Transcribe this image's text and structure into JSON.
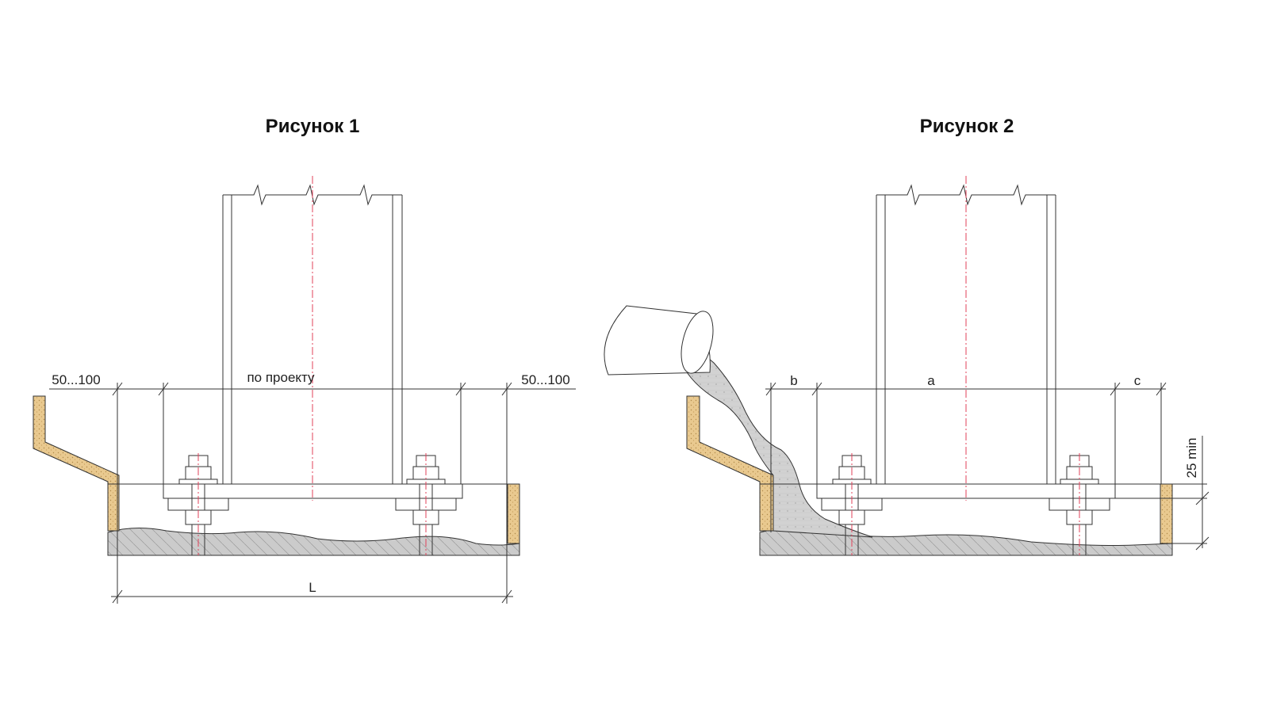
{
  "figure1": {
    "title": "Рисунок 1",
    "dim_left": "50...100",
    "dim_center": "по проекту",
    "dim_right": "50...100",
    "dim_total": "L"
  },
  "figure2": {
    "title": "Рисунок 2",
    "dim_b": "b",
    "dim_a": "a",
    "dim_c": "c",
    "dim_height": "25 min"
  },
  "colors": {
    "line": "#333333",
    "axis": "#e0405a",
    "wood": "#e9c98f",
    "grout": "#cfcfcf",
    "ground": "#c9c9c9"
  }
}
